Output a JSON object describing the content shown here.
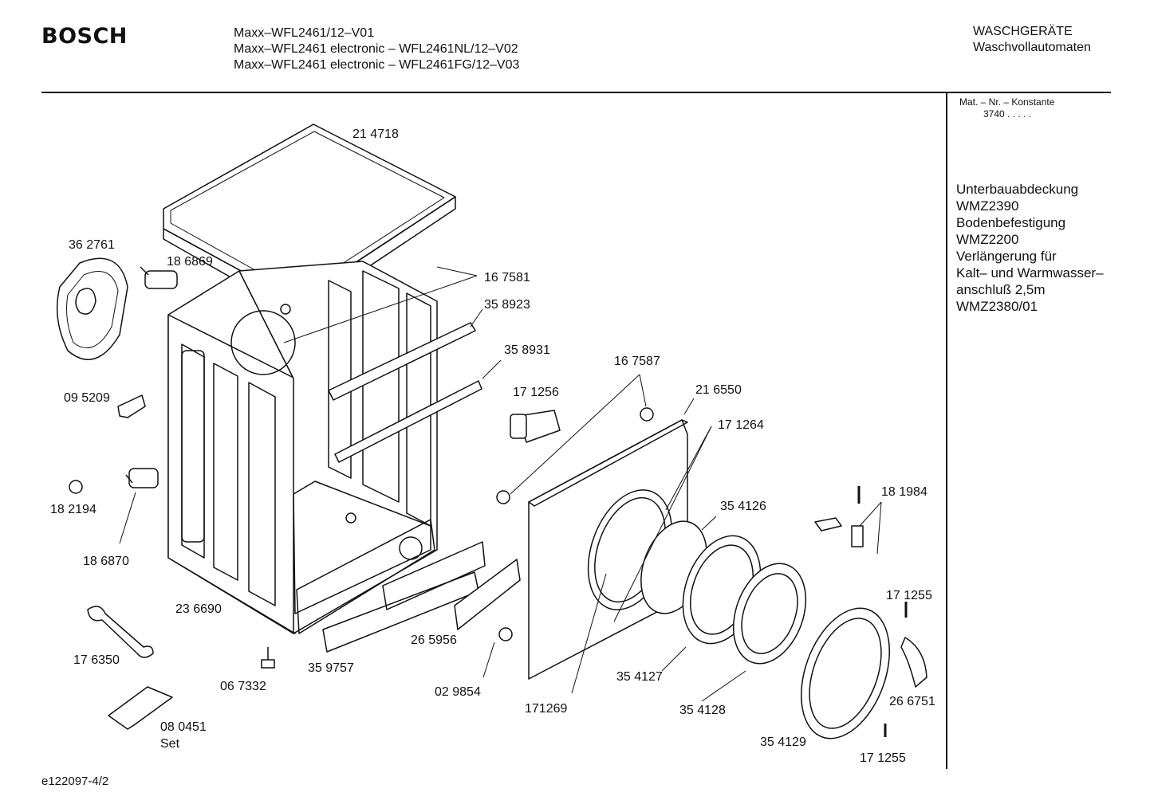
{
  "header": {
    "brand": "BOSCH",
    "models": [
      "Maxx–WFL2461/12–V01",
      "Maxx–WFL2461 electronic – WFL2461NL/12–V02",
      "Maxx–WFL2461 electronic – WFL2461FG/12–V03"
    ],
    "category_line1": "WASCHGERÄTE",
    "category_line2": "Waschvollautomaten"
  },
  "side_panel": {
    "mat_label": "Mat. – Nr. – Konstante",
    "mat_value": "3740  .   .    .   .   .",
    "accessories": [
      "Unterbauabdeckung",
      "WMZ2390",
      "Bodenbefestigung",
      "WMZ2200",
      "Verlängerung für",
      "Kalt– und Warmwasser–",
      "anschluß 2,5m",
      "WMZ2380/01"
    ]
  },
  "parts": {
    "p214718": "21 4718",
    "p362761": "36 2761",
    "p186869": "18 6869",
    "p167581": "16 7581",
    "p358923": "35 8923",
    "p358931": "35 8931",
    "p167587": "16 7587",
    "p216550": "21 6550",
    "p171256": "17 1256",
    "p171264": "17 1264",
    "p095209": "09 5209",
    "p182194": "18 2194",
    "p186870": "18 6870",
    "p354126": "35 4126",
    "p181984": "18 1984",
    "p236690": "23 6690",
    "p171255a": "17 1255",
    "p176350": "17 6350",
    "p265956": "26 5956",
    "p359757": "35 9757",
    "p067332": "06 7332",
    "p029854": "02 9854",
    "p171269": "171269",
    "p354127": "35 4127",
    "p354128": "35 4128",
    "p354129": "35 4129",
    "p266751": "26 6751",
    "p080451": "08 0451",
    "p080451_set": "Set",
    "p171255b": "17 1255"
  },
  "footer": {
    "code": "e122097-4/2"
  }
}
